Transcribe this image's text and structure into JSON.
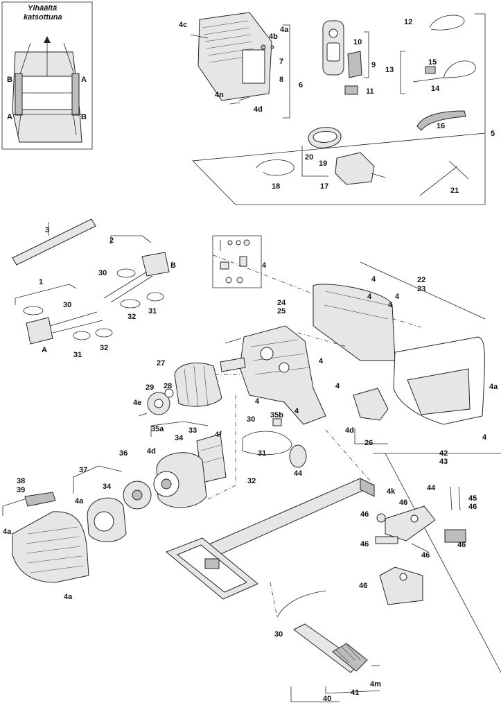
{
  "inset": {
    "title_line1": "Ylhäältä",
    "title_line2": "katsottuna",
    "markers": [
      "B",
      "A",
      "A",
      "B"
    ]
  },
  "callouts": [
    {
      "id": "4c",
      "text": "4c"
    },
    {
      "id": "4b",
      "text": "4b"
    },
    {
      "id": "4a-top",
      "text": "4a"
    },
    {
      "id": "7",
      "text": "7"
    },
    {
      "id": "8",
      "text": "8"
    },
    {
      "id": "6",
      "text": "6"
    },
    {
      "id": "4n",
      "text": "4n"
    },
    {
      "id": "4d-top",
      "text": "4d"
    },
    {
      "id": "10",
      "text": "10"
    },
    {
      "id": "9",
      "text": "9"
    },
    {
      "id": "11",
      "text": "11"
    },
    {
      "id": "12",
      "text": "12"
    },
    {
      "id": "13",
      "text": "13"
    },
    {
      "id": "15",
      "text": "15"
    },
    {
      "id": "14",
      "text": "14"
    },
    {
      "id": "16",
      "text": "16"
    },
    {
      "id": "5",
      "text": "5"
    },
    {
      "id": "20",
      "text": "20"
    },
    {
      "id": "19",
      "text": "19"
    },
    {
      "id": "18",
      "text": "18"
    },
    {
      "id": "17",
      "text": "17"
    },
    {
      "id": "21",
      "text": "21"
    },
    {
      "id": "3",
      "text": "3"
    },
    {
      "id": "2",
      "text": "2"
    },
    {
      "id": "30-a",
      "text": "30"
    },
    {
      "id": "B-harness",
      "text": "B"
    },
    {
      "id": "32-a",
      "text": "32"
    },
    {
      "id": "31-a",
      "text": "31"
    },
    {
      "id": "1",
      "text": "1"
    },
    {
      "id": "30-b",
      "text": "30"
    },
    {
      "id": "A-harness",
      "text": "A"
    },
    {
      "id": "31-b",
      "text": "31"
    },
    {
      "id": "32-b",
      "text": "32"
    },
    {
      "id": "4-kit",
      "text": "4"
    },
    {
      "id": "22",
      "text": "22"
    },
    {
      "id": "23",
      "text": "23"
    },
    {
      "id": "4-c1",
      "text": "4"
    },
    {
      "id": "4-c2",
      "text": "4"
    },
    {
      "id": "4-c3",
      "text": "4"
    },
    {
      "id": "4-c4",
      "text": "4"
    },
    {
      "id": "24",
      "text": "24"
    },
    {
      "id": "25",
      "text": "25"
    },
    {
      "id": "4-g1",
      "text": "4"
    },
    {
      "id": "4-g2",
      "text": "4"
    },
    {
      "id": "4-g3",
      "text": "4"
    },
    {
      "id": "4-g4",
      "text": "4"
    },
    {
      "id": "4-g5",
      "text": "4"
    },
    {
      "id": "4a-cover",
      "text": "4a"
    },
    {
      "id": "4-cover",
      "text": "4"
    },
    {
      "id": "27",
      "text": "27"
    },
    {
      "id": "29",
      "text": "29"
    },
    {
      "id": "28",
      "text": "28"
    },
    {
      "id": "4e",
      "text": "4e"
    },
    {
      "id": "4d-clip",
      "text": "4d"
    },
    {
      "id": "26",
      "text": "26"
    },
    {
      "id": "35a",
      "text": "35a"
    },
    {
      "id": "33",
      "text": "33"
    },
    {
      "id": "30-c",
      "text": "30"
    },
    {
      "id": "35b",
      "text": "35b"
    },
    {
      "id": "4f",
      "text": "4f"
    },
    {
      "id": "34-a",
      "text": "34"
    },
    {
      "id": "31-c",
      "text": "31"
    },
    {
      "id": "4d-motor",
      "text": "4d"
    },
    {
      "id": "32-c",
      "text": "32"
    },
    {
      "id": "4-m",
      "text": "4"
    },
    {
      "id": "36",
      "text": "36"
    },
    {
      "id": "37",
      "text": "37"
    },
    {
      "id": "34-b",
      "text": "34"
    },
    {
      "id": "38",
      "text": "38"
    },
    {
      "id": "39",
      "text": "39"
    },
    {
      "id": "4a-fan",
      "text": "4a"
    },
    {
      "id": "4a-left",
      "text": "4a"
    },
    {
      "id": "4a-bottom",
      "text": "4a"
    },
    {
      "id": "42",
      "text": "42"
    },
    {
      "id": "43",
      "text": "43"
    },
    {
      "id": "44",
      "text": "44"
    },
    {
      "id": "45",
      "text": "45"
    },
    {
      "id": "46-a",
      "text": "46"
    },
    {
      "id": "4k",
      "text": "4k"
    },
    {
      "id": "46-b",
      "text": "46"
    },
    {
      "id": "46-c",
      "text": "46"
    },
    {
      "id": "46-d",
      "text": "46"
    },
    {
      "id": "46-e",
      "text": "46"
    },
    {
      "id": "46-f",
      "text": "46"
    },
    {
      "id": "46-g",
      "text": "46"
    },
    {
      "id": "30-d",
      "text": "30"
    },
    {
      "id": "40",
      "text": "40"
    },
    {
      "id": "41",
      "text": "41"
    },
    {
      "id": "4m",
      "text": "4m"
    }
  ]
}
